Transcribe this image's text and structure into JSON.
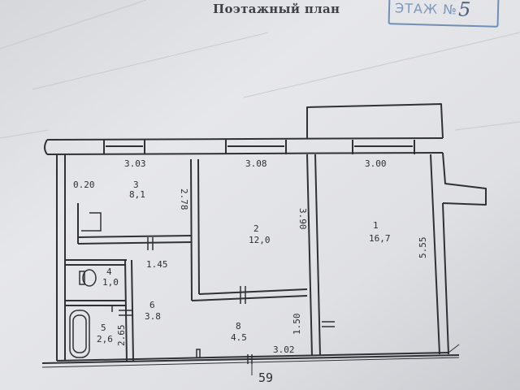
{
  "header": {
    "title": "Поэтажный план",
    "stamp_label": "ЭТАЖ №",
    "stamp_number": "5"
  },
  "rooms": [
    {
      "number": "1",
      "area": "16,7"
    },
    {
      "number": "2",
      "area": "12,0"
    },
    {
      "number": "3",
      "area": "8,1"
    },
    {
      "number": "4",
      "area": "1,0"
    },
    {
      "number": "5",
      "area": "2,6"
    },
    {
      "number": "6",
      "area": "3.8"
    },
    {
      "number": "8",
      "area": "4.5"
    }
  ],
  "dimensions": {
    "top_left": "3.03",
    "top_middle": "3.08",
    "top_right": "3.00",
    "wall_left": "0.20",
    "hall_height": "2.78",
    "room2_depth": "3.90",
    "room1_depth": "5.55",
    "corridor_width": "1.45",
    "room6_length": "2.65",
    "corridor_depth": "1.50",
    "bottom_width": "3.02"
  },
  "footer": {
    "plot_number": "59"
  }
}
